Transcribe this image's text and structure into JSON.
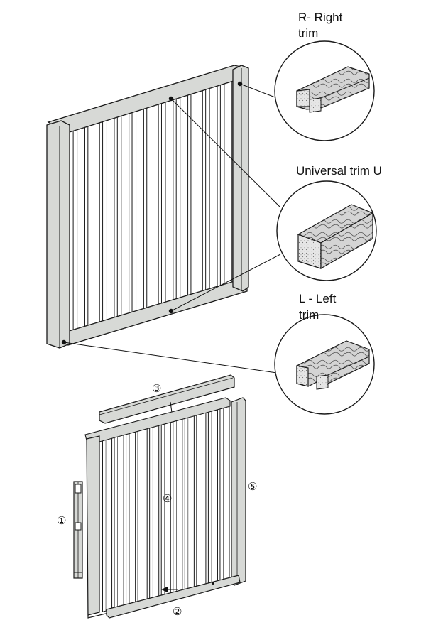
{
  "labels": {
    "right_trim": [
      "R- Right",
      "trim"
    ],
    "universal_trim": "Universal trim U",
    "left_trim": [
      "L - Left",
      "trim"
    ]
  },
  "assembly_numbers": {
    "n1": "①",
    "n2": "②",
    "n3": "③",
    "n4": "④",
    "n5": "⑤"
  },
  "colors": {
    "frame_fill": "#d7d9d6",
    "stroke": "#1a1a1a",
    "slat_fill": "#ffffff",
    "wood_fill": "#c9c9c9"
  }
}
